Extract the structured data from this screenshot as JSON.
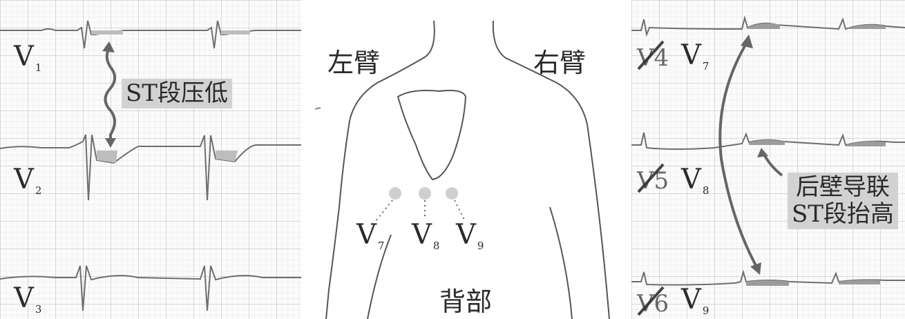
{
  "left_panel": {
    "leads": [
      {
        "base": "V",
        "sub": "1"
      },
      {
        "base": "V",
        "sub": "2"
      },
      {
        "base": "V",
        "sub": "3"
      }
    ],
    "callout": "ST段压低"
  },
  "middle_panel": {
    "left_arm": "左臂",
    "right_arm": "右臂",
    "back": "背部",
    "electrodes": [
      {
        "base": "V",
        "sub": "7"
      },
      {
        "base": "V",
        "sub": "8"
      },
      {
        "base": "V",
        "sub": "9"
      }
    ],
    "electrode_color": "#cfcfcf"
  },
  "right_panel": {
    "leads": [
      {
        "base": "V",
        "sub": "7",
        "crossed_out": "V4"
      },
      {
        "base": "V",
        "sub": "8",
        "crossed_out": "V5"
      },
      {
        "base": "V",
        "sub": "9",
        "crossed_out": "V6"
      }
    ],
    "callout_line1": "后壁导联",
    "callout_line2": "ST段抬高"
  },
  "colors": {
    "trace": "#6e6e6e",
    "arrow": "#666666",
    "shading": "#bdbdbd",
    "callout_bg": "#d2d2d2"
  }
}
